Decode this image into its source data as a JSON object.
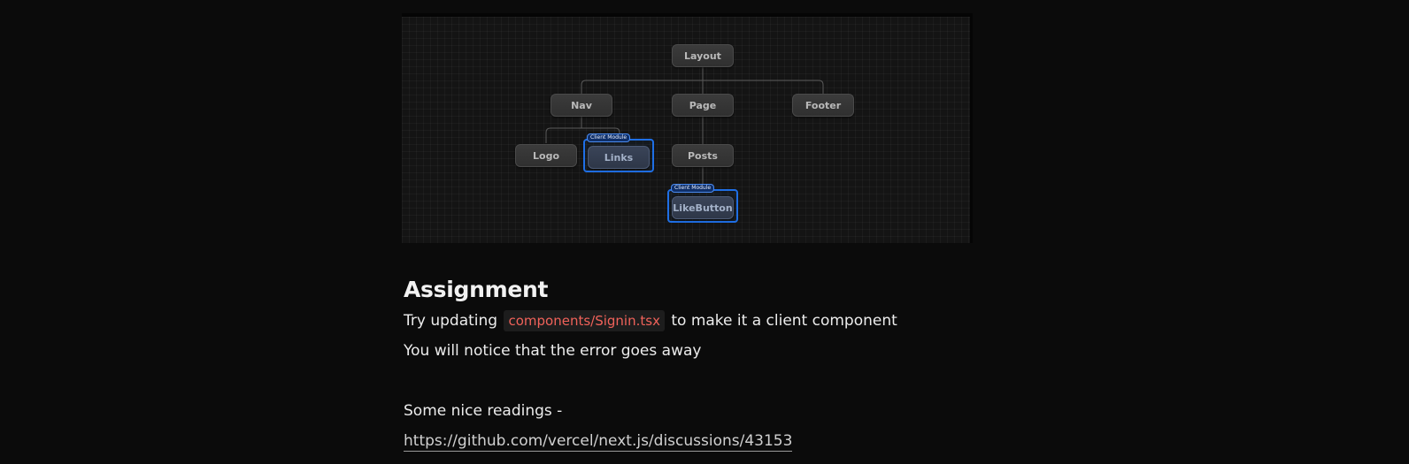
{
  "diagram": {
    "nodes": {
      "layout": "Layout",
      "nav": "Nav",
      "page": "Page",
      "footer": "Footer",
      "logo": "Logo",
      "links": "Links",
      "posts": "Posts",
      "like_button": "LikeButton"
    },
    "client_tag": "Client Module",
    "client_border_color": "#1f6fe5"
  },
  "assignment": {
    "heading": "Assignment",
    "line1_before": "Try updating",
    "line1_code": "components/Signin.tsx",
    "line1_after": "to make it a client component",
    "line2": "You will notice that the error goes away"
  },
  "readings": {
    "label": "Some nice readings -",
    "link": "https://github.com/vercel/next.js/discussions/43153"
  }
}
